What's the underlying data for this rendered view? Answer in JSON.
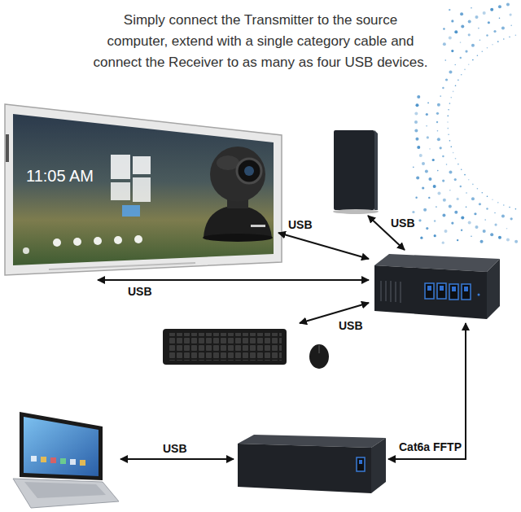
{
  "diagram": {
    "title": "Simply connect the Transmitter to the source computer, extend with a single category cable and connect the Receiver to as many as four USB devices.",
    "nodes": [
      {
        "text": [
          "11:05 AM"
        ]
      },
      {
        "text": []
      },
      {
        "text": []
      },
      {
        "text": []
      },
      {
        "text": []
      },
      {
        "text": []
      },
      {
        "text": []
      }
    ],
    "edges": [
      {
        "from": 0,
        "to": 3,
        "label": "USB",
        "arrow": "both"
      },
      {
        "from": 1,
        "to": 3,
        "label": "USB",
        "arrow": "both"
      },
      {
        "from": 2,
        "to": 3,
        "label": "USB",
        "arrow": "both"
      },
      {
        "from": 4,
        "to": 3,
        "label": "USB",
        "arrow": "both"
      },
      {
        "from": 5,
        "to": 6,
        "label": "USB",
        "arrow": "both"
      },
      {
        "from": 6,
        "to": 3,
        "label": "Cat6a FFTP",
        "arrow": "both"
      }
    ]
  }
}
